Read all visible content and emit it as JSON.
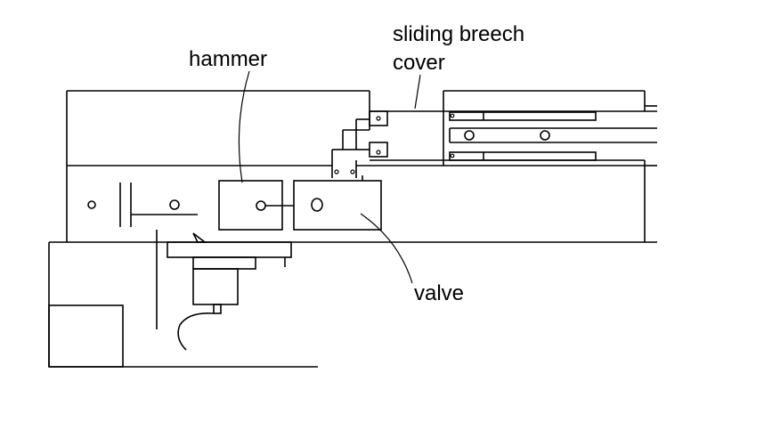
{
  "labels": {
    "hammer": "hammer",
    "valve": "valve",
    "sliding_breech_cover_line1": "sliding breech",
    "sliding_breech_cover_line2": "cover"
  }
}
